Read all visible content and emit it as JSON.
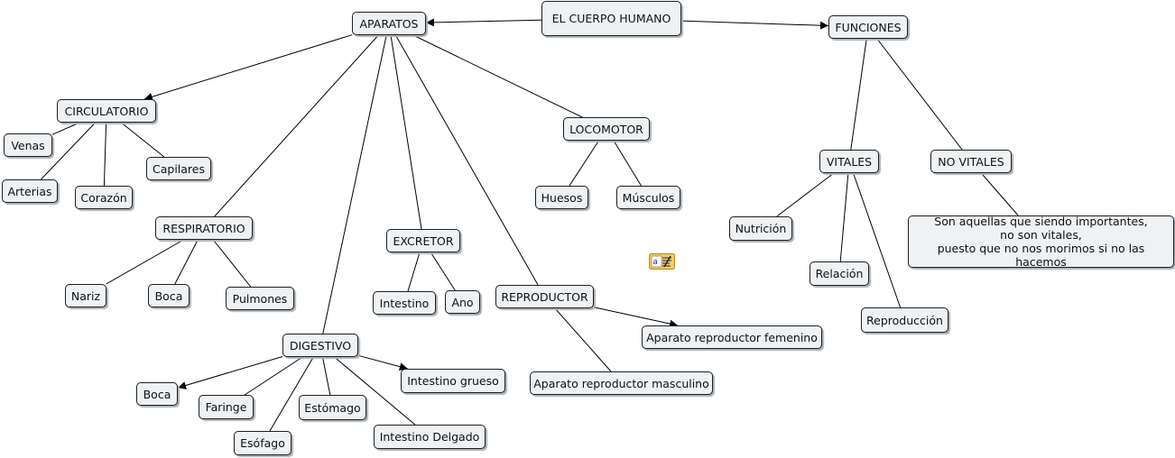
{
  "diagram": {
    "nodes": {
      "cuerpo": "EL CUERPO HUMANO",
      "aparatos": "APARATOS",
      "funciones": "FUNCIONES",
      "circulatorio": "CIRCULATORIO",
      "venas": "Venas",
      "arterias": "Arterias",
      "corazon": "Corazón",
      "capilares": "Capilares",
      "respiratorio": "RESPIRATORIO",
      "nariz": "Nariz",
      "boca_resp": "Boca",
      "pulmones": "Pulmones",
      "excretor": "EXCRETOR",
      "intestino": "Intestino",
      "ano": "Ano",
      "locomotor": "LOCOMOTOR",
      "huesos": "Huesos",
      "musculos": "Músculos",
      "reproductor": "REPRODUCTOR",
      "femenino": "Aparato reproductor femenino",
      "masculino": "Aparato reproductor masculino",
      "digestivo": "DIGESTIVO",
      "boca_dig": "Boca",
      "faringe": "Faringe",
      "esofago": "Esófago",
      "estomago": "Estómago",
      "intestino_grueso": "Intestino grueso",
      "intestino_delgado": "Intestino Delgado",
      "vitales": "VITALES",
      "no_vitales": "NO VITALES",
      "nutricion": "Nutrición",
      "relacion": "Relación",
      "reproduccion": "Reproducción",
      "no_vitales_desc": "Son aquellas que siendo importantes,\nno son vitales,\npuesto que no nos morimos si no las hacemos"
    },
    "edges": [
      {
        "from": "cuerpo",
        "to": "aparatos",
        "arrow": true
      },
      {
        "from": "cuerpo",
        "to": "funciones",
        "arrow": true
      },
      {
        "from": "aparatos",
        "to": "circulatorio",
        "arrow": true
      },
      {
        "from": "aparatos",
        "to": "respiratorio",
        "arrow": false
      },
      {
        "from": "aparatos",
        "to": "digestivo",
        "arrow": false
      },
      {
        "from": "aparatos",
        "to": "excretor",
        "arrow": false
      },
      {
        "from": "aparatos",
        "to": "reproductor",
        "arrow": false
      },
      {
        "from": "aparatos",
        "to": "locomotor",
        "arrow": false
      },
      {
        "from": "circulatorio",
        "to": "venas",
        "arrow": false
      },
      {
        "from": "circulatorio",
        "to": "arterias",
        "arrow": false
      },
      {
        "from": "circulatorio",
        "to": "corazon",
        "arrow": false
      },
      {
        "from": "circulatorio",
        "to": "capilares",
        "arrow": false
      },
      {
        "from": "respiratorio",
        "to": "nariz",
        "arrow": false
      },
      {
        "from": "respiratorio",
        "to": "boca_resp",
        "arrow": false
      },
      {
        "from": "respiratorio",
        "to": "pulmones",
        "arrow": false
      },
      {
        "from": "excretor",
        "to": "intestino",
        "arrow": false
      },
      {
        "from": "excretor",
        "to": "ano",
        "arrow": false
      },
      {
        "from": "locomotor",
        "to": "huesos",
        "arrow": false
      },
      {
        "from": "locomotor",
        "to": "musculos",
        "arrow": false
      },
      {
        "from": "reproductor",
        "to": "femenino",
        "arrow": true
      },
      {
        "from": "reproductor",
        "to": "masculino",
        "arrow": false
      },
      {
        "from": "digestivo",
        "to": "boca_dig",
        "arrow": true
      },
      {
        "from": "digestivo",
        "to": "faringe",
        "arrow": false
      },
      {
        "from": "digestivo",
        "to": "esofago",
        "arrow": false
      },
      {
        "from": "digestivo",
        "to": "estomago",
        "arrow": false
      },
      {
        "from": "digestivo",
        "to": "intestino_grueso",
        "arrow": true
      },
      {
        "from": "digestivo",
        "to": "intestino_delgado",
        "arrow": false
      },
      {
        "from": "funciones",
        "to": "vitales",
        "arrow": false
      },
      {
        "from": "funciones",
        "to": "no_vitales",
        "arrow": false
      },
      {
        "from": "vitales",
        "to": "nutricion",
        "arrow": false
      },
      {
        "from": "vitales",
        "to": "relacion",
        "arrow": false
      },
      {
        "from": "vitales",
        "to": "reproduccion",
        "arrow": false
      },
      {
        "from": "no_vitales",
        "to": "no_vitales_desc",
        "arrow": false
      }
    ]
  },
  "icons": {
    "note": "annotation-note-icon"
  },
  "colors": {
    "node_fill": "#eef2f4",
    "node_border": "#1e1e1e",
    "edge": "#000000",
    "note_icon": "#f2c94c"
  }
}
